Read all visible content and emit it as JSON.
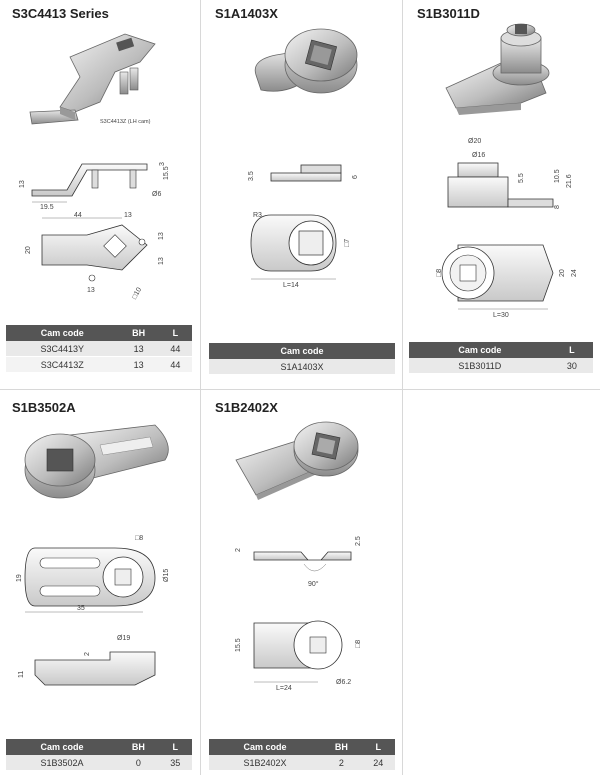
{
  "panels": [
    {
      "title": "S3C4413 Series",
      "photo_caption": "S3C4413Z (LH cam)",
      "dims": {
        "a": "13",
        "b": "19.5",
        "c": "3",
        "d": "15.5",
        "e": "Ø6",
        "f": "44",
        "g": "13",
        "h": "20",
        "i": "13",
        "j": "13",
        "k": "13",
        "l": "□10"
      },
      "table": {
        "headers": [
          "Cam code",
          "BH",
          "L"
        ],
        "rows": [
          [
            "S3C4413Y",
            "13",
            "44"
          ],
          [
            "S3C4413Z",
            "13",
            "44"
          ]
        ]
      }
    },
    {
      "title": "S1A1403X",
      "dims": {
        "a": "3.5",
        "b": "6",
        "c": "R3",
        "d": "□7",
        "e": "L=14"
      },
      "table": {
        "headers": [
          "Cam code"
        ],
        "rows": [
          [
            "S1A1403X"
          ]
        ]
      }
    },
    {
      "title": "S1B3011D",
      "dims": {
        "a": "Ø20",
        "b": "Ø16",
        "c": "5.5",
        "d": "10.5",
        "e": "21.6",
        "f": "8",
        "g": "□8",
        "h": "20",
        "i": "24",
        "j": "L=30"
      },
      "table": {
        "headers": [
          "Cam code",
          "L"
        ],
        "rows": [
          [
            "S1B3011D",
            "30"
          ]
        ]
      }
    },
    {
      "title": "S1B3502A",
      "dims": {
        "a": "□8",
        "b": "19",
        "c": "Ø15",
        "d": "35",
        "e": "Ø19",
        "f": "2",
        "g": "11"
      },
      "table": {
        "headers": [
          "Cam code",
          "BH",
          "L"
        ],
        "rows": [
          [
            "S1B3502A",
            "0",
            "35"
          ]
        ]
      }
    },
    {
      "title": "S1B2402X",
      "dims": {
        "a": "2",
        "b": "2.5",
        "c": "90°",
        "d": "15.5",
        "e": "□8",
        "f": "L=24",
        "g": "Ø6.2"
      },
      "table": {
        "headers": [
          "Cam code",
          "BH",
          "L"
        ],
        "rows": [
          [
            "S1B2402X",
            "2",
            "24"
          ]
        ]
      }
    }
  ]
}
